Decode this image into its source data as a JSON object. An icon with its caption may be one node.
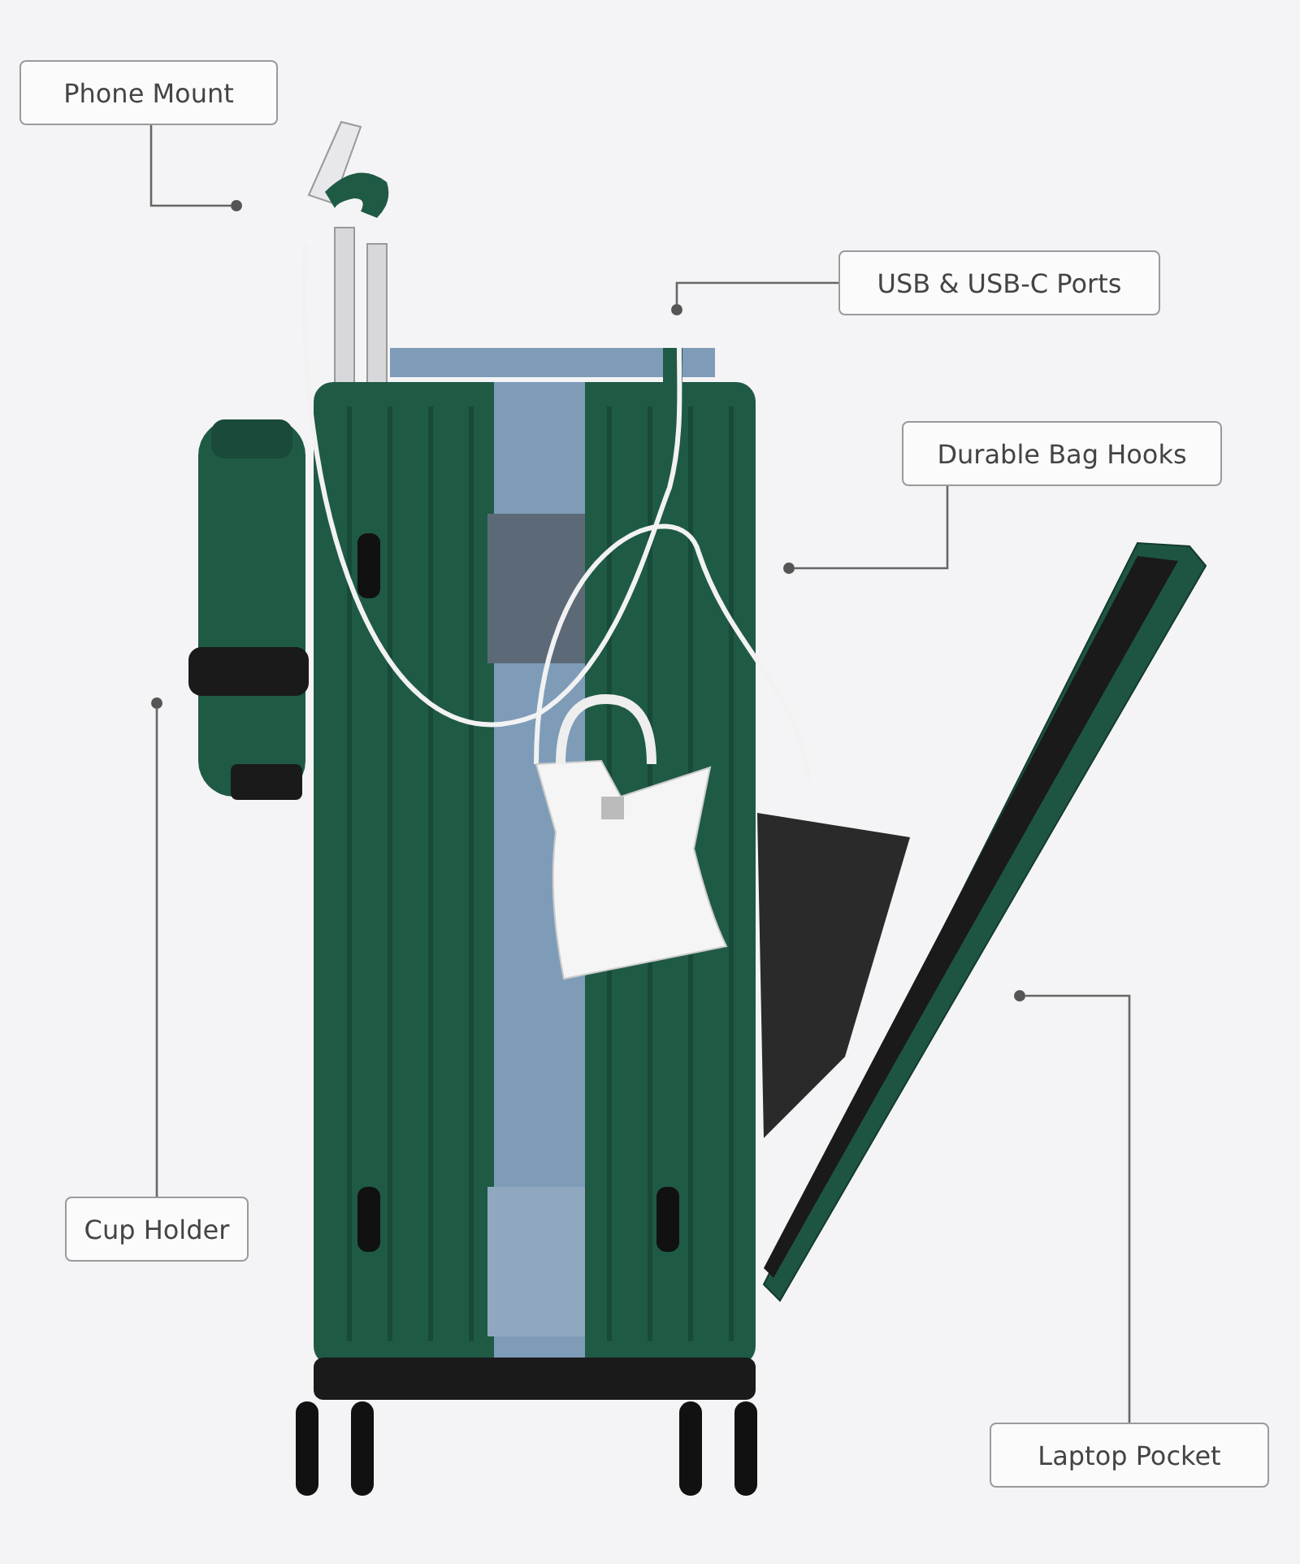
{
  "diagram": {
    "nodes": [
      {
        "text": [
          "Phone Mount"
        ]
      },
      {
        "text": [
          "USB & USB-C Ports"
        ]
      },
      {
        "text": [
          "Durable Bag Hooks"
        ]
      },
      {
        "text": [
          "Cup Holder"
        ]
      },
      {
        "text": [
          "Laptop Pocket"
        ]
      },
      {
        "text": [],
        "shape": "circle"
      },
      {
        "text": [],
        "shape": "circle"
      },
      {
        "text": [],
        "shape": "circle"
      },
      {
        "text": [],
        "shape": "circle"
      },
      {
        "text": [],
        "shape": "circle"
      }
    ],
    "edges": [
      {
        "from": 0,
        "to": 5,
        "arrow": "none"
      },
      {
        "from": 1,
        "to": 6,
        "arrow": "none"
      },
      {
        "from": 2,
        "to": 7,
        "arrow": "none"
      },
      {
        "from": 3,
        "to": 8,
        "arrow": "none"
      },
      {
        "from": 4,
        "to": 9,
        "arrow": "none"
      }
    ]
  }
}
